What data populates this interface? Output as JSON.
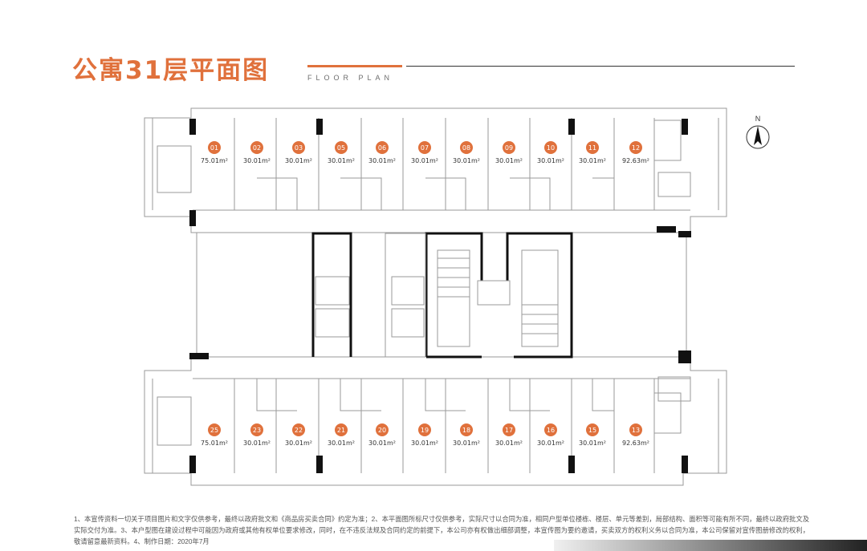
{
  "header": {
    "title": "公寓31层平面图",
    "subtitle": "FLOOR PLAN"
  },
  "compass": {
    "label": "N"
  },
  "units_top": [
    {
      "num": "01",
      "area": "75.01m²"
    },
    {
      "num": "02",
      "area": "30.01m²"
    },
    {
      "num": "03",
      "area": "30.01m²"
    },
    {
      "num": "05",
      "area": "30.01m²"
    },
    {
      "num": "06",
      "area": "30.01m²"
    },
    {
      "num": "07",
      "area": "30.01m²"
    },
    {
      "num": "08",
      "area": "30.01m²"
    },
    {
      "num": "09",
      "area": "30.01m²"
    },
    {
      "num": "10",
      "area": "30.01m²"
    },
    {
      "num": "11",
      "area": "30.01m²"
    },
    {
      "num": "12",
      "area": "92.63m²"
    }
  ],
  "units_bottom": [
    {
      "num": "25",
      "area": "75.01m²"
    },
    {
      "num": "23",
      "area": "30.01m²"
    },
    {
      "num": "22",
      "area": "30.01m²"
    },
    {
      "num": "21",
      "area": "30.01m²"
    },
    {
      "num": "20",
      "area": "30.01m²"
    },
    {
      "num": "19",
      "area": "30.01m²"
    },
    {
      "num": "18",
      "area": "30.01m²"
    },
    {
      "num": "17",
      "area": "30.01m²"
    },
    {
      "num": "16",
      "area": "30.01m²"
    },
    {
      "num": "15",
      "area": "30.01m²"
    },
    {
      "num": "13",
      "area": "92.63m²"
    }
  ],
  "colors": {
    "accent": "#e0713c",
    "wall": "#111111",
    "line": "#9a9a9a"
  },
  "disclaimer": "1、本宣传资料一切关于项目图片和文字仅供参考，最终以政府批文和《商品房买卖合同》约定为准；2、本平面图所标尺寸仅供参考，实际尺寸以合同为准，相同户型单位楼栋、楼层、单元等差别，局部结构、面积等可能有所不同，最终以政府批文及实际交付为准。3、本户型图在建设过程中可能因为政府或其他有权单位要求修改，同时，在不违反法规及合同约定的前提下，本公司亦有权做出细部调整，本宣传图为要约邀请，买卖双方的权利义务以合同为准，本公司保留对宣传图册修改的权利，敬请留意最新资料。4、制作日期：2020年7月"
}
